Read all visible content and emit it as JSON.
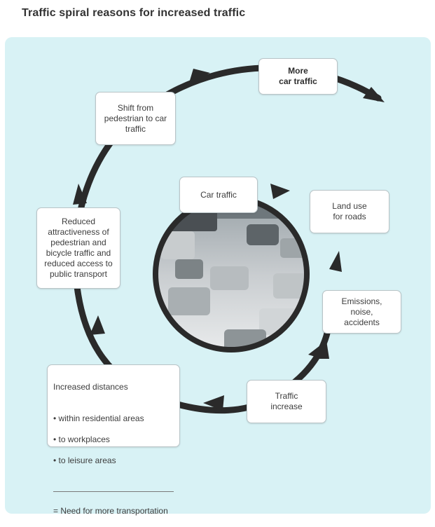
{
  "title": "Traffic spiral reasons for increased traffic",
  "nodes": {
    "more_car_traffic": "More\ncar traffic",
    "shift": "Shift from\npedestrian to car\ntraffic",
    "reduced": "Reduced\nattractiveness of\npedestrian and\nbicycle traffic and\nreduced access to\npublic transport",
    "car_traffic": "Car traffic",
    "land_use": "Land use\nfor roads",
    "emissions": "Emissions,\nnoise,\naccidents",
    "traffic_increase": "Traffic\nincrease",
    "distances": {
      "heading": "Increased distances",
      "items": [
        "within residential areas",
        "to workplaces",
        "to leisure areas"
      ],
      "footer": "= Need for more transportation"
    }
  },
  "colors": {
    "panel": "#d8f2f5",
    "arrow": "#2a2a2a",
    "box_border": "#b9c4c7"
  },
  "photo_icon": "highway-traffic-photo"
}
